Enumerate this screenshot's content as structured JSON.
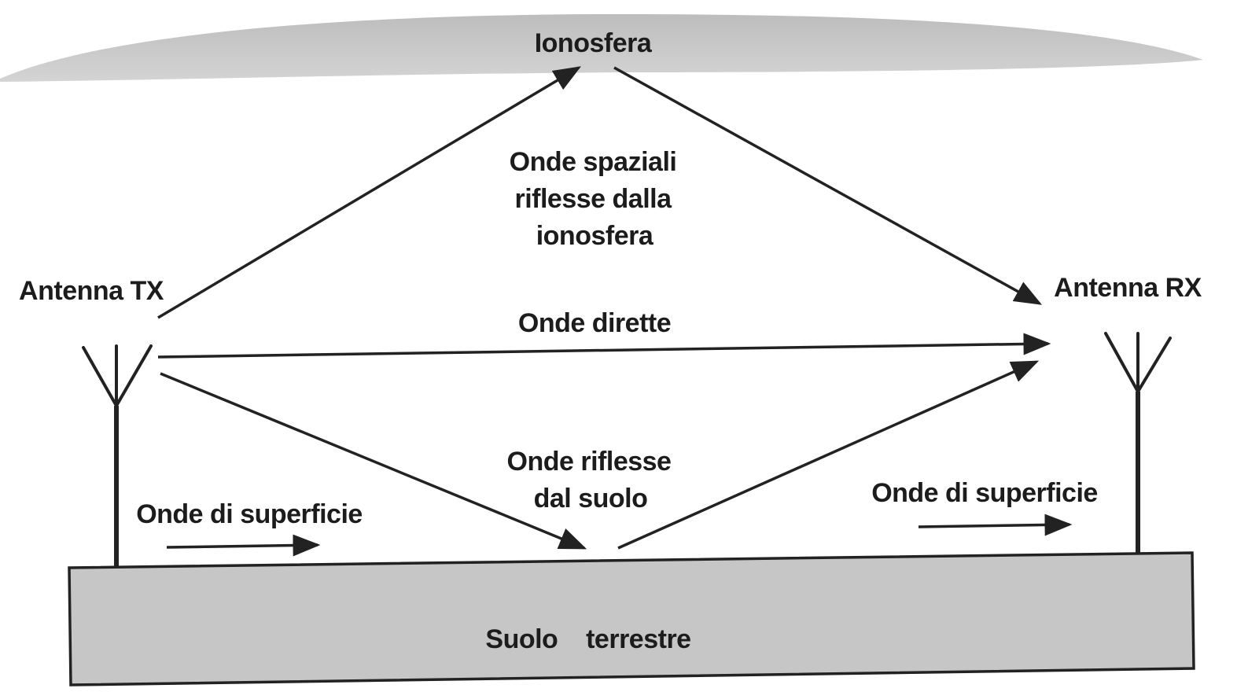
{
  "labels": {
    "ionosphere": "Ionosfera",
    "sky_wave_line1": "Onde spaziali",
    "sky_wave_line2": "riflesse dalla",
    "sky_wave_line3": "ionosfera",
    "antenna_tx": "Antenna TX",
    "antenna_rx": "Antenna RX",
    "direct_waves": "Onde dirette",
    "ground_reflected_line1": "Onde riflesse",
    "ground_reflected_line2": "dal suolo",
    "surface_waves_left": "Onde di superficie",
    "surface_waves_right": "Onde di superficie",
    "ground": "Suolo    terrestre"
  },
  "colors": {
    "ionosphere_fill": "#c8c8c8",
    "ground_fill": "#c6c6c6",
    "line": "#222222",
    "text": "#1c1c1c"
  }
}
